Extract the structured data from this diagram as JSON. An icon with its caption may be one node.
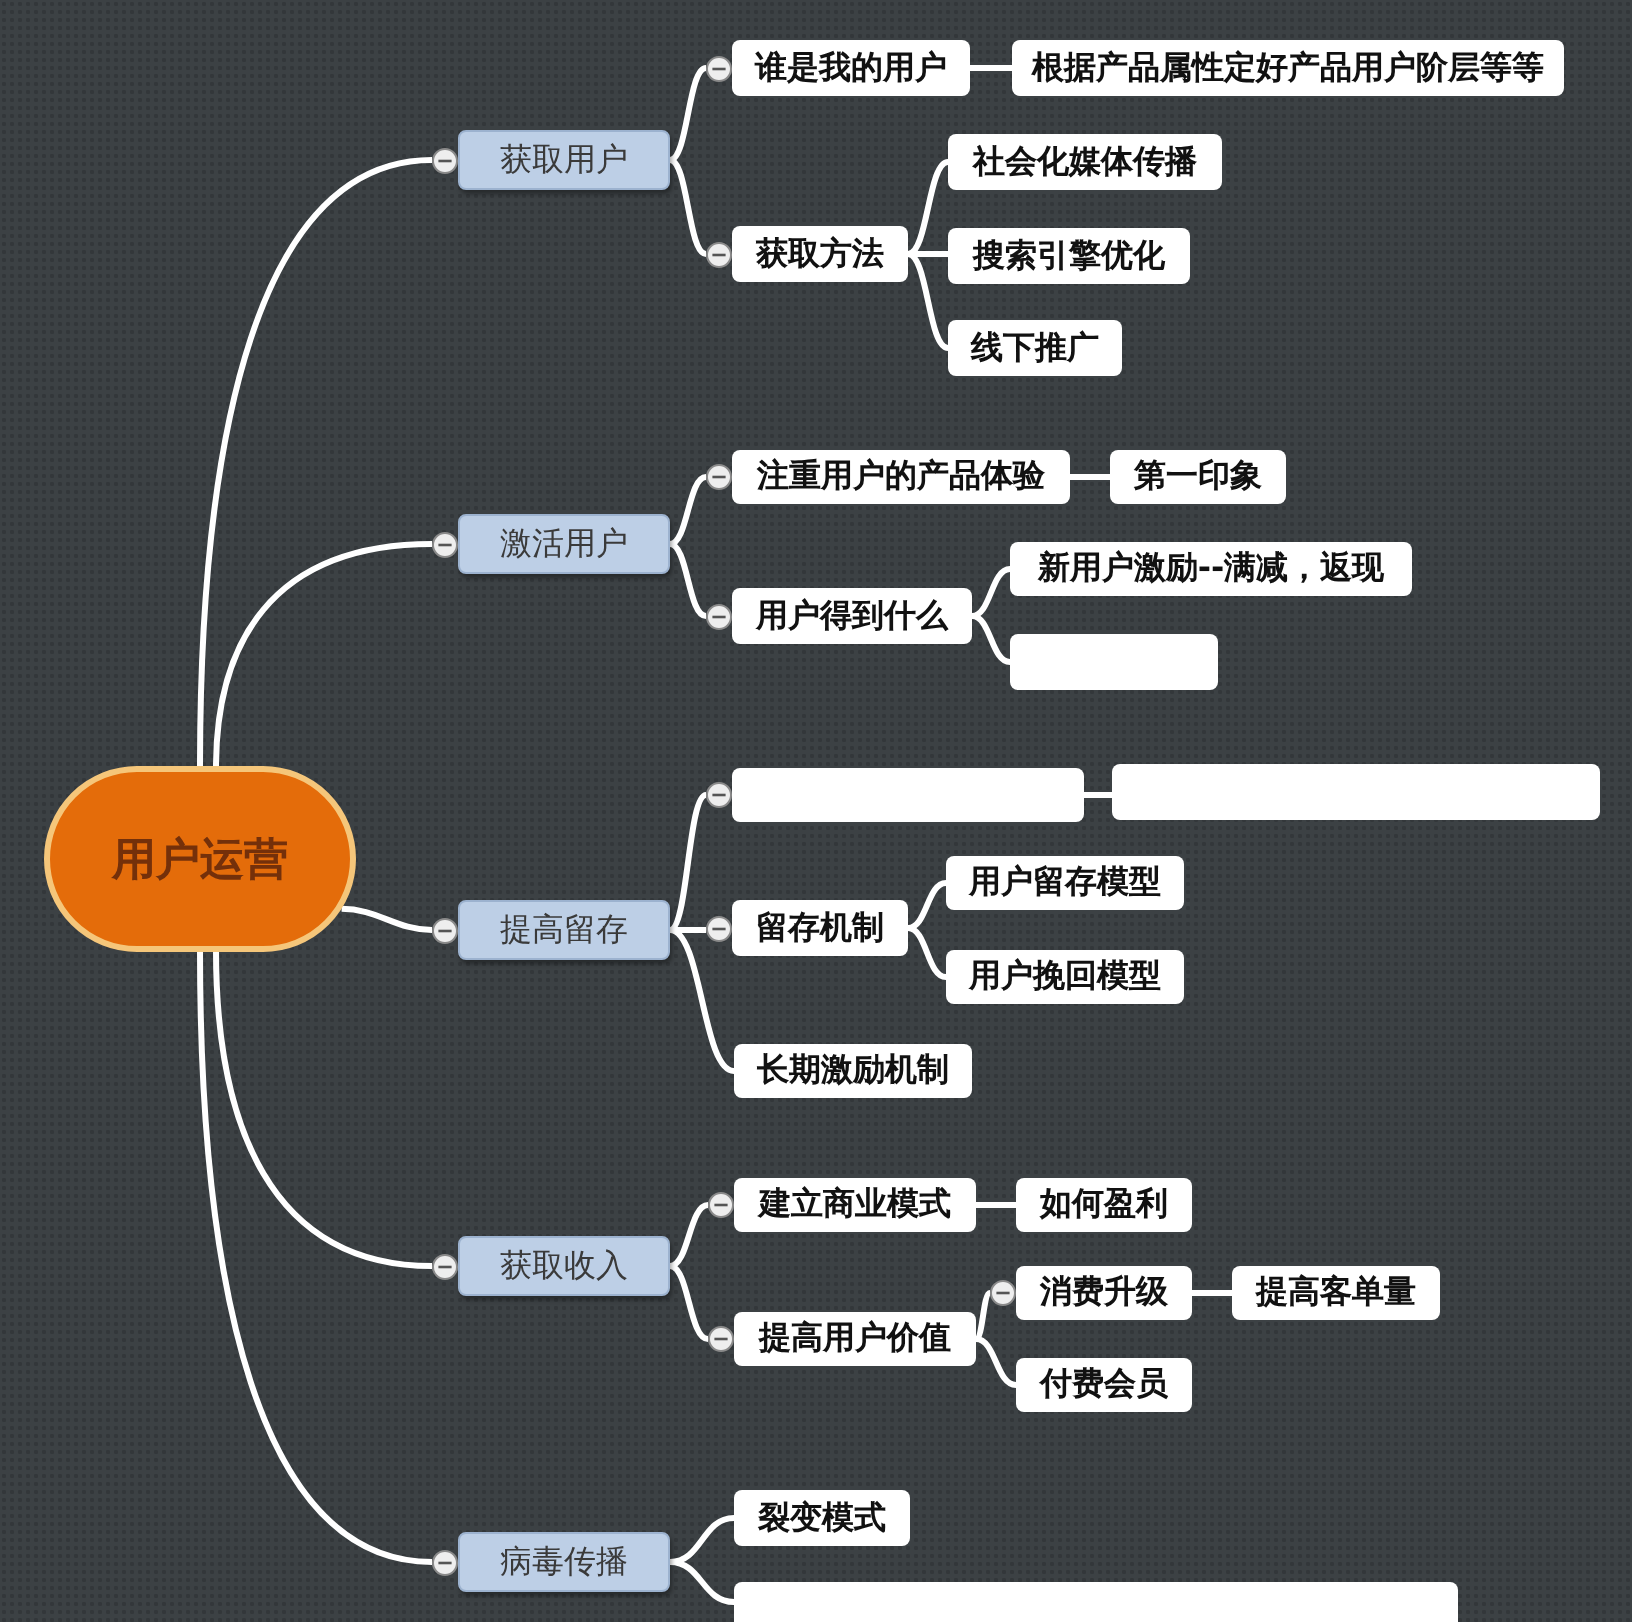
{
  "diagram": {
    "nodes": [
      {
        "text": [
          "用户运营"
        ]
      },
      {
        "text": [
          "获取用户"
        ]
      },
      {
        "text": [
          "谁是我的用户"
        ]
      },
      {
        "text": [
          "根据产品属性定好产品用户阶层等等"
        ]
      },
      {
        "text": [
          "获取方法"
        ]
      },
      {
        "text": [
          "社会化媒体传播"
        ]
      },
      {
        "text": [
          "搜索引擎优化"
        ]
      },
      {
        "text": [
          "线下推广"
        ]
      },
      {
        "text": [
          "激活用户"
        ]
      },
      {
        "text": [
          "注重用户的产品体验"
        ]
      },
      {
        "text": [
          "第一印象"
        ]
      },
      {
        "text": [
          "用户得到什么"
        ]
      },
      {
        "text": [
          "新用户激励--满减，返现"
        ]
      },
      {
        "text": [],
        "shape": "box"
      },
      {
        "text": [
          "提高留存"
        ]
      },
      {
        "text": [],
        "shape": "box"
      },
      {
        "text": [],
        "shape": "box"
      },
      {
        "text": [
          "留存机制"
        ]
      },
      {
        "text": [
          "用户留存模型"
        ]
      },
      {
        "text": [
          "用户挽回模型"
        ]
      },
      {
        "text": [
          "长期激励机制"
        ]
      },
      {
        "text": [
          "获取收入"
        ]
      },
      {
        "text": [
          "建立商业模式"
        ]
      },
      {
        "text": [
          "如何盈利"
        ]
      },
      {
        "text": [
          "提高用户价值"
        ]
      },
      {
        "text": [
          "消费升级"
        ]
      },
      {
        "text": [
          "提高客单量"
        ]
      },
      {
        "text": [
          "付费会员"
        ]
      },
      {
        "text": [
          "病毒传播"
        ]
      },
      {
        "text": [
          "裂变模式"
        ]
      },
      {
        "text": [],
        "shape": "box"
      }
    ],
    "edges": [
      {
        "from": 0,
        "to": 1,
        "arrow": "none"
      },
      {
        "from": 1,
        "to": 2,
        "arrow": "none"
      },
      {
        "from": 2,
        "to": 3,
        "arrow": "none"
      },
      {
        "from": 1,
        "to": 4,
        "arrow": "none"
      },
      {
        "from": 4,
        "to": 5,
        "arrow": "none"
      },
      {
        "from": 4,
        "to": 6,
        "arrow": "none"
      },
      {
        "from": 4,
        "to": 7,
        "arrow": "none"
      },
      {
        "from": 0,
        "to": 8,
        "arrow": "none"
      },
      {
        "from": 8,
        "to": 9,
        "arrow": "none"
      },
      {
        "from": 9,
        "to": 10,
        "arrow": "none"
      },
      {
        "from": 8,
        "to": 11,
        "arrow": "none"
      },
      {
        "from": 11,
        "to": 12,
        "arrow": "none"
      },
      {
        "from": 11,
        "to": 13,
        "arrow": "none"
      },
      {
        "from": 0,
        "to": 14,
        "arrow": "none"
      },
      {
        "from": 14,
        "to": 15,
        "arrow": "none"
      },
      {
        "from": 15,
        "to": 16,
        "arrow": "none"
      },
      {
        "from": 14,
        "to": 17,
        "arrow": "none"
      },
      {
        "from": 17,
        "to": 18,
        "arrow": "none"
      },
      {
        "from": 17,
        "to": 19,
        "arrow": "none"
      },
      {
        "from": 14,
        "to": 20,
        "arrow": "none"
      },
      {
        "from": 0,
        "to": 21,
        "arrow": "none"
      },
      {
        "from": 21,
        "to": 22,
        "arrow": "none"
      },
      {
        "from": 22,
        "to": 23,
        "arrow": "none"
      },
      {
        "from": 21,
        "to": 24,
        "arrow": "none"
      },
      {
        "from": 24,
        "to": 25,
        "arrow": "none"
      },
      {
        "from": 25,
        "to": 26,
        "arrow": "none"
      },
      {
        "from": 24,
        "to": 27,
        "arrow": "none"
      },
      {
        "from": 0,
        "to": 28,
        "arrow": "none"
      },
      {
        "from": 28,
        "to": 29,
        "arrow": "none"
      },
      {
        "from": 28,
        "to": 30,
        "arrow": "none"
      }
    ]
  }
}
